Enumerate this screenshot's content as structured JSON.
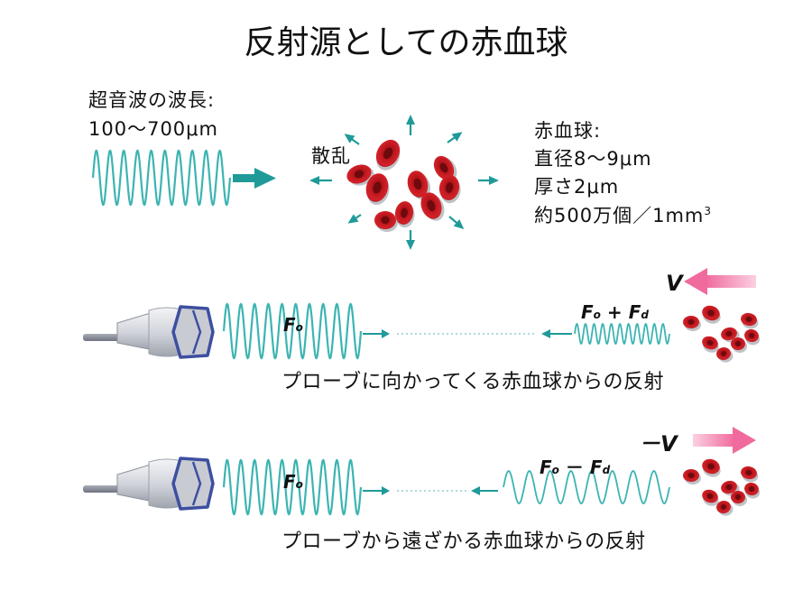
{
  "title": "反射源としての赤血球",
  "wave_info": {
    "line1": "超音波の波長:",
    "line2": "100〜700μm"
  },
  "scatter_label": "散乱",
  "rbc_info": {
    "line1": "赤血球:",
    "line2": "直径8〜9μm",
    "line3": "厚さ2μm",
    "line4": "約500万個／1mm",
    "line4_sup": "3"
  },
  "approach": {
    "velocity": "V",
    "emitted": {
      "main": "F",
      "sub": "o"
    },
    "reflected": {
      "a": "F",
      "a_sub": "o",
      "op": "+",
      "b": "F",
      "b_sub": "d"
    },
    "caption": "プローブに向かってくる赤血球からの反射"
  },
  "recede": {
    "velocity": "－V",
    "emitted": {
      "main": "F",
      "sub": "o"
    },
    "reflected": {
      "a": "F",
      "a_sub": "o",
      "op": "－",
      "b": "F",
      "b_sub": "d"
    },
    "caption": "プローブから遠ざかる赤血球からの反射"
  },
  "colors": {
    "wave": "#3cb4b2",
    "arrow_teal": "#1f9a99",
    "rbc": "#c61a1f",
    "rbc_dark": "#6e0a0d",
    "pink_arrow": "#f07aa8",
    "probe_outline": "#3d4fa0",
    "probe_body": "#d7d9de"
  }
}
